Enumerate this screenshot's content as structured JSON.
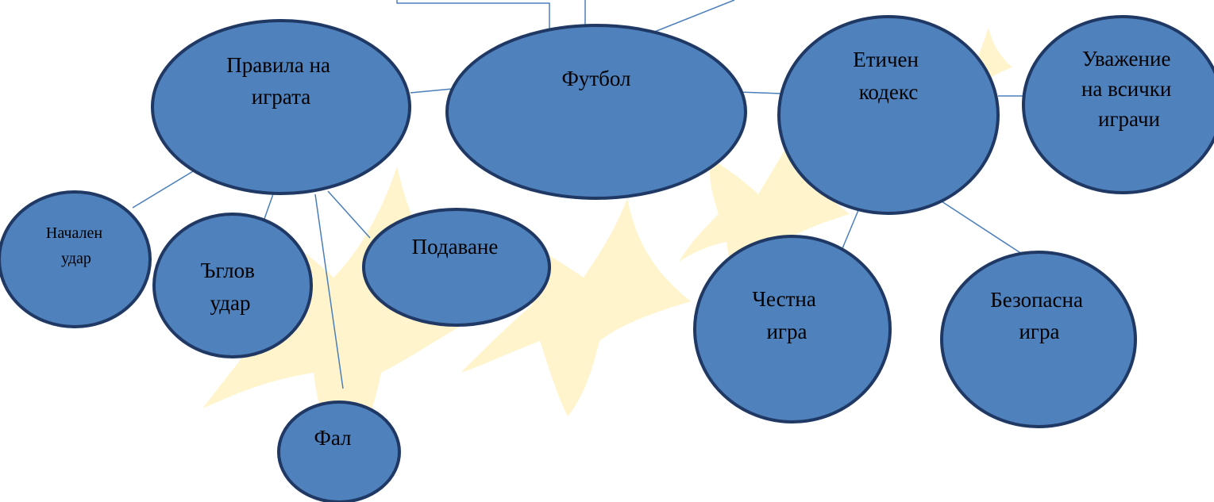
{
  "colors": {
    "node_fill": "#4f81bd",
    "node_stroke": "#1f3864",
    "edge": "#4a7ebb",
    "star": "#fff4cc"
  },
  "nodes": {
    "football": {
      "lines": [
        "Футбол"
      ]
    },
    "rules": {
      "lines": [
        "Правила на",
        "играта"
      ]
    },
    "ethics": {
      "lines": [
        "Етичен",
        "кодекс"
      ]
    },
    "respect": {
      "lines": [
        "Уважение",
        "на всички",
        "играчи"
      ]
    },
    "kickoff": {
      "lines": [
        "Начален",
        "удар"
      ]
    },
    "corner": {
      "lines": [
        "Ъглов",
        "удар"
      ]
    },
    "pass": {
      "lines": [
        "Подаване"
      ]
    },
    "foul": {
      "lines": [
        "Фал"
      ]
    },
    "fairplay": {
      "lines": [
        "Честна",
        "игра"
      ]
    },
    "safeplay": {
      "lines": [
        "Безопасна",
        "игра"
      ]
    }
  }
}
